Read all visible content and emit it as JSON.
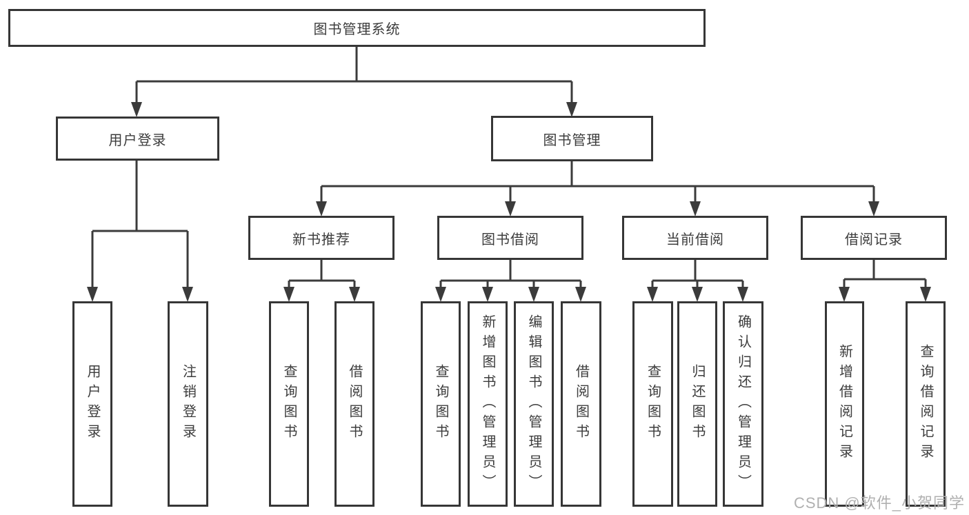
{
  "tree": {
    "label": "图书管理系统",
    "children": [
      {
        "label": "用户登录",
        "children": [
          {
            "label": "用户登录"
          },
          {
            "label": "注销登录"
          }
        ]
      },
      {
        "label": "图书管理",
        "children": [
          {
            "label": "新书推荐",
            "children": [
              {
                "label": "查询图书"
              },
              {
                "label": "借阅图书"
              }
            ]
          },
          {
            "label": "图书借阅",
            "children": [
              {
                "label": "查询图书"
              },
              {
                "label": "新增图书（管理员）"
              },
              {
                "label": "编辑图书（管理员）"
              },
              {
                "label": "借阅图书"
              }
            ]
          },
          {
            "label": "当前借阅",
            "children": [
              {
                "label": "查询图书"
              },
              {
                "label": "归还图书"
              },
              {
                "label": "确认归还（管理员）"
              }
            ]
          },
          {
            "label": "借阅记录",
            "children": [
              {
                "label": "新增借阅记录"
              },
              {
                "label": "查询借阅记录"
              }
            ]
          }
        ]
      }
    ]
  },
  "watermark": "CSDN @软件_小贺同学",
  "colors": {
    "background": "#ffffff",
    "box_border": "#363636",
    "connector": "#3b3b3b",
    "text": "#3c3c3c",
    "watermark_text": "#b0b0b0"
  }
}
